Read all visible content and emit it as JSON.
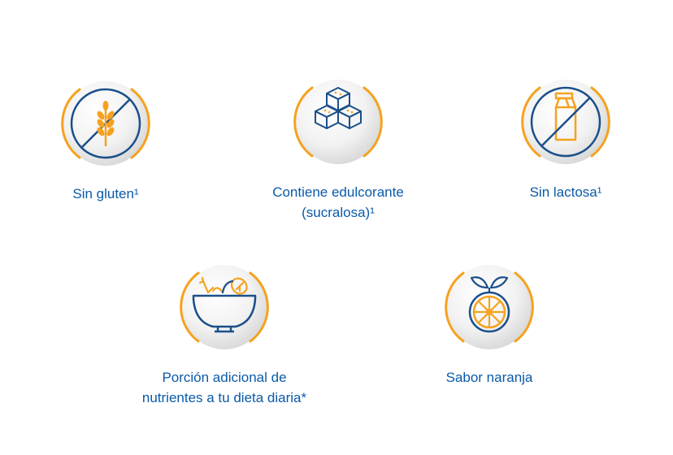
{
  "colors": {
    "blue": "#1b4f8a",
    "orange": "#f5a21f",
    "text": "#0a5aa8",
    "badge_bg": "#eeeeee"
  },
  "features": [
    {
      "icon": "no-gluten-wheat-icon",
      "label": "Sin gluten¹"
    },
    {
      "icon": "sugar-cubes-icon",
      "label": "Contiene edulcorante\n(sucralosa)¹"
    },
    {
      "icon": "no-lactose-milk-carton-icon",
      "label": "Sin lactosa¹"
    },
    {
      "icon": "vegetable-bowl-icon",
      "label": "Porción adicional de\nnutrientes a tu dieta diaria*"
    },
    {
      "icon": "orange-fruit-icon",
      "label": "Sabor naranja"
    }
  ]
}
